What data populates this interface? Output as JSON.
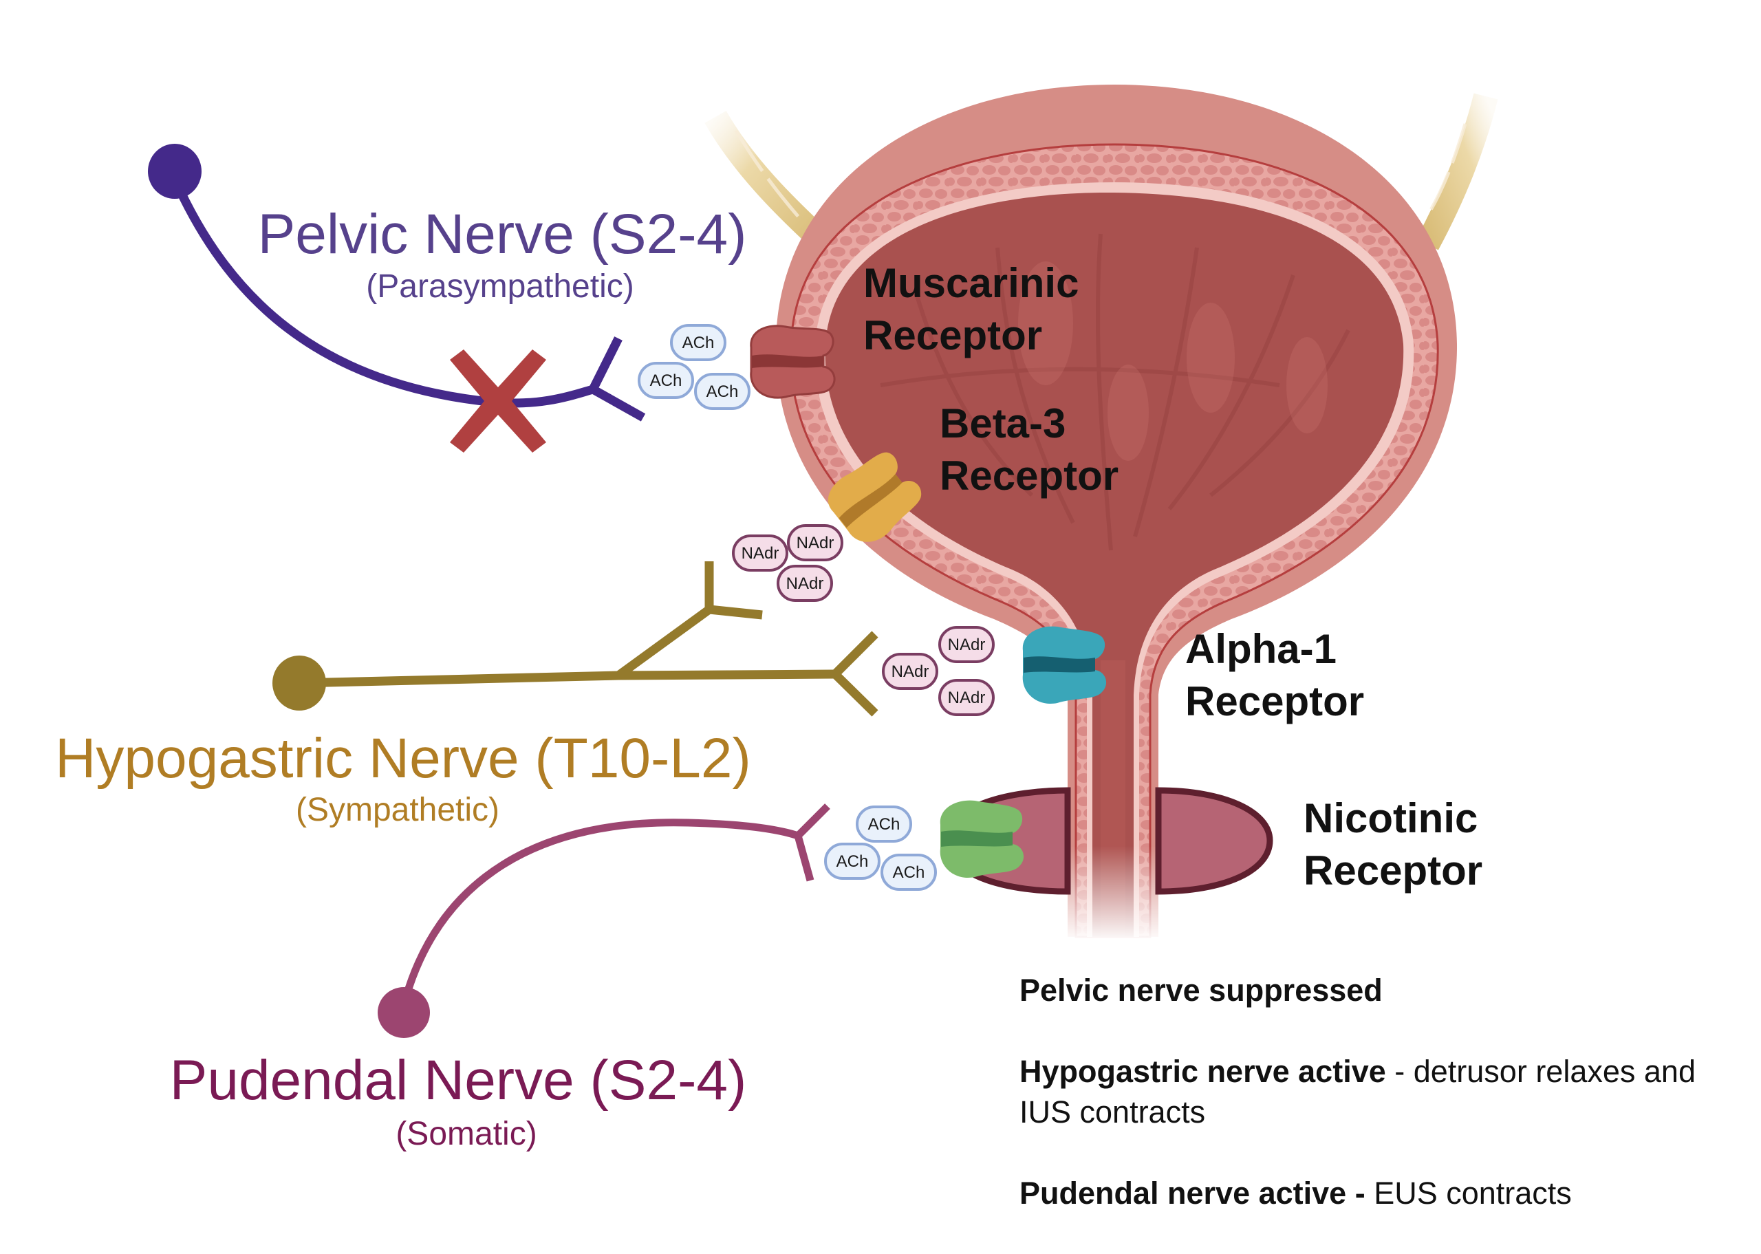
{
  "nerves": {
    "pelvic": {
      "title": "Pelvic Nerve (S2-4)",
      "subtitle": "(Parasympathetic)",
      "color": "#44298a",
      "text_color": "#56418c",
      "status": "suppressed",
      "neurotransmitter": "ACh"
    },
    "hypogastric": {
      "title": "Hypogastric Nerve (T10-L2)",
      "subtitle": "(Sympathetic)",
      "color": "#947a2c",
      "text_color": "#b07d24",
      "status": "active",
      "neurotransmitter": "NAdr"
    },
    "pudendal": {
      "title": "Pudendal Nerve (S2-4)",
      "subtitle": "(Somatic)",
      "color": "#9c4570",
      "text_color": "#7a1a54",
      "status": "active",
      "neurotransmitter": "ACh"
    }
  },
  "receptors": {
    "muscarinic": {
      "line1": "Muscarinic",
      "line2": "Receptor",
      "color": "#b85a5a"
    },
    "beta3": {
      "line1": "Beta-3",
      "line2": "Receptor",
      "color": "#e2ac4a"
    },
    "alpha1": {
      "line1": "Alpha-1",
      "line2": "Receptor",
      "color": "#3aa6b9"
    },
    "nicotinic": {
      "line1": "Nicotinic",
      "line2": "Receptor",
      "color": "#7dbb6a"
    }
  },
  "molecules": {
    "ach": "ACh",
    "nadr": "NAdr"
  },
  "blocked_marker": "red-x",
  "summary": [
    {
      "bold": "Pelvic nerve suppressed",
      "normal": ""
    },
    {
      "bold": "Hypogastric nerve active",
      "normal": " - detrusor relaxes and IUS contracts"
    },
    {
      "bold": "Pudendal nerve active -",
      "normal": " EUS contracts"
    }
  ]
}
